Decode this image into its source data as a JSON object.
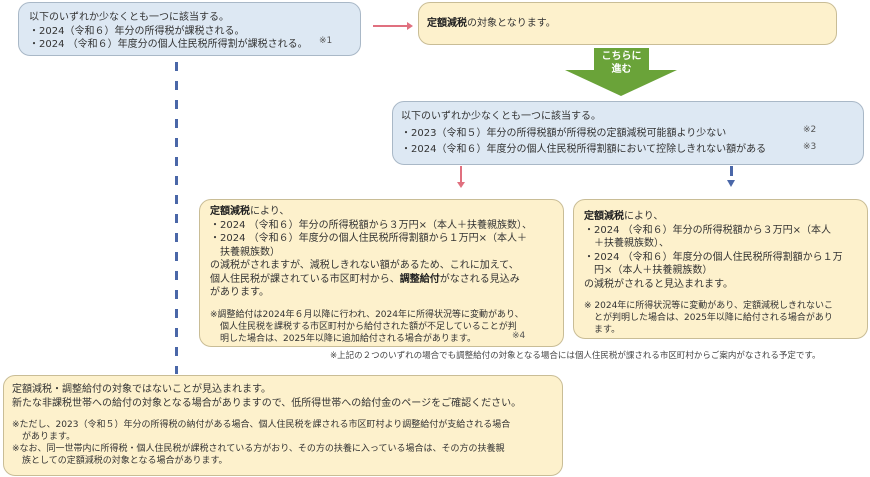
{
  "box1": {
    "line1": "以下のいずれか少なくとも一つに該当する。",
    "item1": "・2024（令和６）年分の所得税が課税される。",
    "item2": "・2024 （令和６）年度分の個人住民税所得割が課税される。",
    "mark": "※1"
  },
  "box2": {
    "bold": "定額減税",
    "text": "の対象となります。"
  },
  "green_arrow": {
    "label_line1": "こちらに",
    "label_line2": "進む",
    "color": "#6aa339"
  },
  "box3": {
    "line1": "以下のいずれか少なくとも一つに該当する。",
    "item1": "・2023（令和５）年分の所得税額が所得税の定額減税可能額より少ない",
    "item2": "・2024（令和６）年度分の個人住民税所得割額において控除しきれない額がある",
    "mark1": "※2",
    "mark2": "※3"
  },
  "box4": {
    "lead_bold": "定額減税",
    "lead_text": "により、",
    "item1": "・2024 （令和６）年分の所得税額から３万円×（本人＋扶養親族数）、",
    "item2a": "・2024 （令和６）年度分の個人住民税所得割額から１万円×（本人＋",
    "item2b": "扶養親族数）",
    "body1": "の減税がされますが、減税しきれない額があるため、これに加えて、",
    "body2a": "個人住民税が課されている市区町村から、",
    "body2_bold": "調整給付",
    "body2b": "がなされる見込み",
    "body3": "があります。",
    "note1": "※調整給付は2024年６月以降に行われ、2024年に所得状況等に変動があり、",
    "note2": "個人住民税を課税する市区町村から給付された額が不足していることが判",
    "note3": "明した場合は、2025年以降に追加給付される場合があります。",
    "mark": "※4"
  },
  "box5": {
    "lead_bold": "定額減税",
    "lead_text": "により、",
    "item1a": "・2024 （令和６）年分の所得税額から３万円×（本人",
    "item1b": "＋扶養親族数）、",
    "item2a": "・2024 （令和６）年度分の個人住民税所得割額から１万",
    "item2b": "円×（本人＋扶養親族数）",
    "body": "の減税がされると見込まれます。",
    "note1": "※ 2024年に所得状況等に変動があり、定額減税しきれないこ",
    "note2": "とが判明した場合は、2025年以降に給付される場合があり",
    "note3": "ます。"
  },
  "footnote": "※上記の２つのいずれの場合でも調整給付の対象となる場合には個人住民税が課される市区町村からご案内がなされる予定です。",
  "box6": {
    "line1": "定額減税・調整給付の対象ではないことが見込まれます。",
    "line2": "新たな非課税世帯への給付の対象となる場合がありますので、低所得世帯への給付金のページをご確認ください。",
    "note1a": "※ただし、2023（令和５）年分の所得税の納付がある場合、個人住民税を課される市区町村より調整給付が支給される場合",
    "note1b": "があります。",
    "note2a": "※なお、同一世帯内に所得税・個人住民税が課税されている方がおり、その方の扶養に入っている場合は、その方の扶養親",
    "note2b": "族としての定額減税の対象となる場合があります。"
  },
  "colors": {
    "blue_box": "#dde8f3",
    "yellow_box": "#fdf1cc",
    "red_arrow": "#e0707f",
    "blue_dash": "#4a67a8",
    "green_arrow": "#6aa339"
  }
}
